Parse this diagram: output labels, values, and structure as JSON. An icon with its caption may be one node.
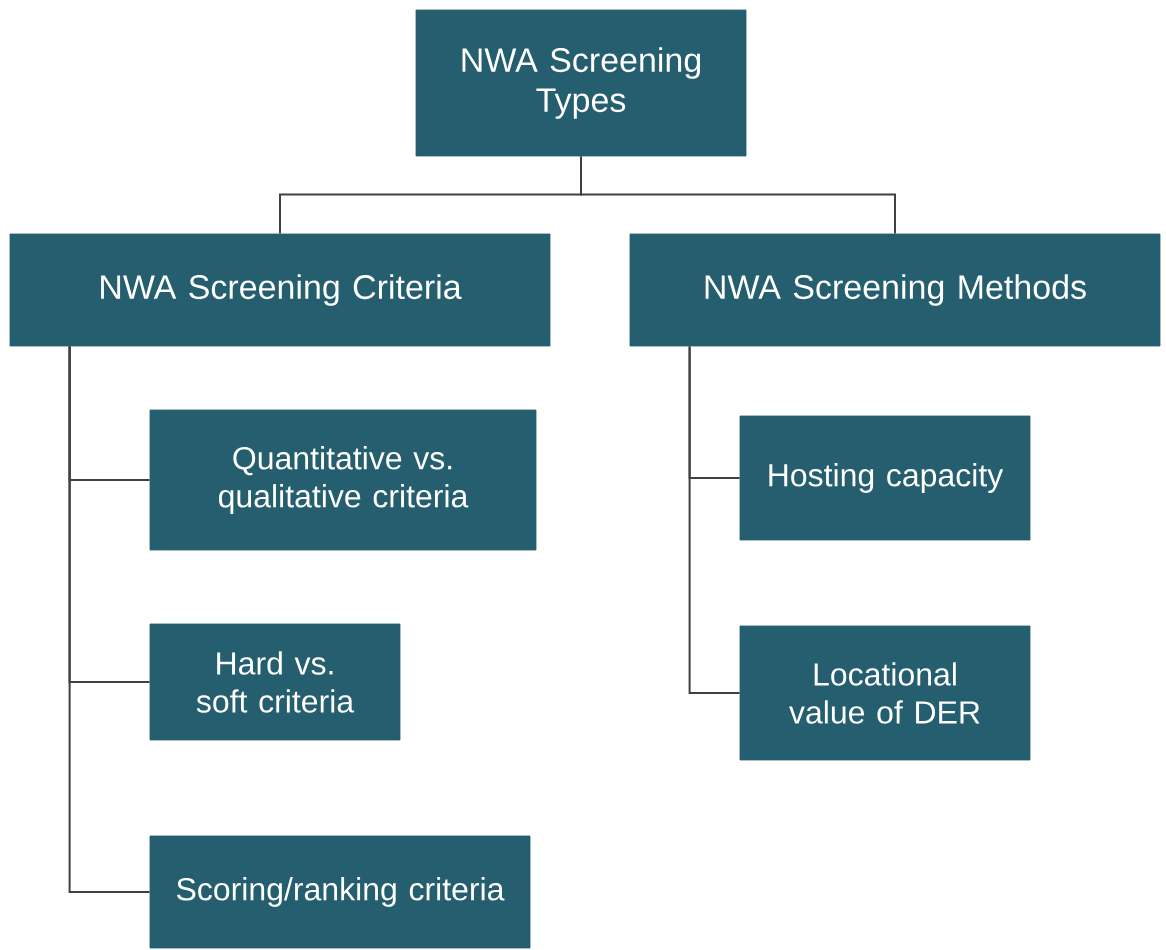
{
  "diagram": {
    "nodes": [
      {
        "text": [
          "NWA Screening Types"
        ]
      },
      {
        "text": [
          "NWA Screening Criteria"
        ]
      },
      {
        "text": [
          "NWA Screening Methods"
        ]
      },
      {
        "text": [
          "Quantitative vs. qualitative criteria"
        ]
      },
      {
        "text": [
          "Hard vs. soft criteria"
        ]
      },
      {
        "text": [
          "Scoring/ranking criteria"
        ]
      },
      {
        "text": [
          "Hosting capacity"
        ]
      },
      {
        "text": [
          "Locational value of DER"
        ]
      }
    ],
    "edges": [
      {
        "from": 0,
        "to": 1,
        "arrow": "none"
      },
      {
        "from": 0,
        "to": 2,
        "arrow": "none"
      },
      {
        "from": 1,
        "to": 3,
        "arrow": "none"
      },
      {
        "from": 1,
        "to": 4,
        "arrow": "none"
      },
      {
        "from": 1,
        "to": 5,
        "arrow": "none"
      },
      {
        "from": 2,
        "to": 6,
        "arrow": "none"
      },
      {
        "from": 2,
        "to": 7,
        "arrow": "none"
      }
    ]
  }
}
